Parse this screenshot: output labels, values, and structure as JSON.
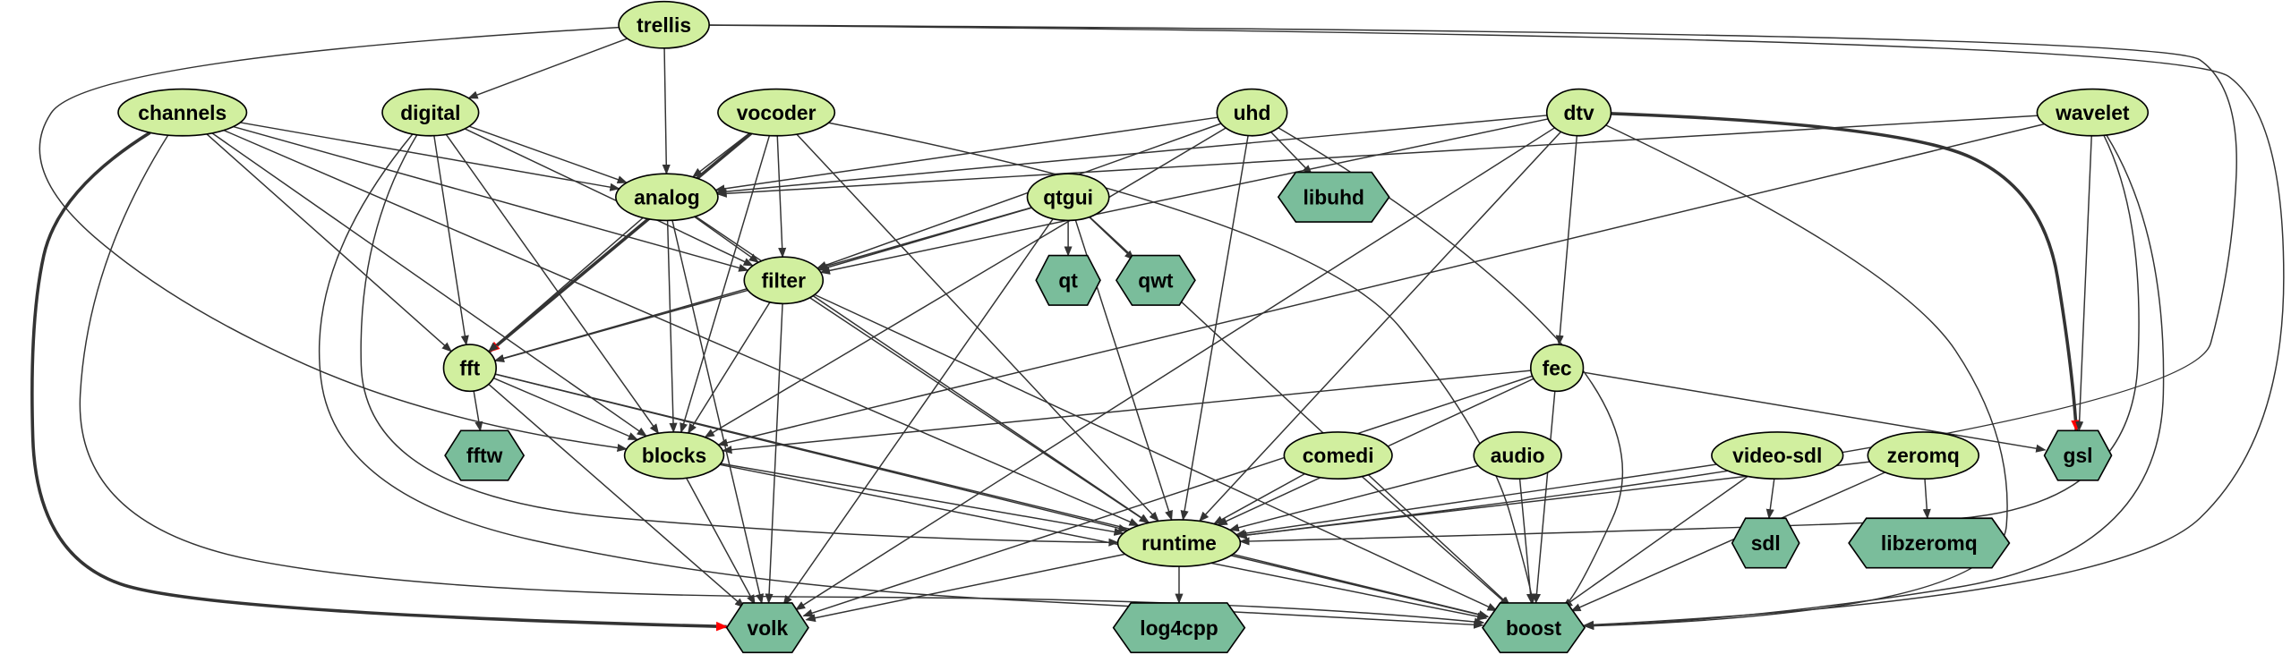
{
  "colors": {
    "module_fill": "#d1ef9f",
    "library_fill": "#7abd9b",
    "edge": "#333333",
    "highlight_edge": "#ff0000",
    "outline": "#000000"
  },
  "nodes": [
    {
      "id": "trellis",
      "label": "trellis",
      "shape": "ellipse"
    },
    {
      "id": "channels",
      "label": "channels",
      "shape": "ellipse"
    },
    {
      "id": "digital",
      "label": "digital",
      "shape": "ellipse"
    },
    {
      "id": "vocoder",
      "label": "vocoder",
      "shape": "ellipse"
    },
    {
      "id": "uhd",
      "label": "uhd",
      "shape": "ellipse"
    },
    {
      "id": "dtv",
      "label": "dtv",
      "shape": "ellipse"
    },
    {
      "id": "wavelet",
      "label": "wavelet",
      "shape": "ellipse"
    },
    {
      "id": "analog",
      "label": "analog",
      "shape": "ellipse"
    },
    {
      "id": "qtgui",
      "label": "qtgui",
      "shape": "ellipse"
    },
    {
      "id": "filter",
      "label": "filter",
      "shape": "ellipse"
    },
    {
      "id": "fft",
      "label": "fft",
      "shape": "ellipse"
    },
    {
      "id": "fec",
      "label": "fec",
      "shape": "ellipse"
    },
    {
      "id": "blocks",
      "label": "blocks",
      "shape": "ellipse"
    },
    {
      "id": "comedi",
      "label": "comedi",
      "shape": "ellipse"
    },
    {
      "id": "audio",
      "label": "audio",
      "shape": "ellipse"
    },
    {
      "id": "video-sdl",
      "label": "video-sdl",
      "shape": "ellipse"
    },
    {
      "id": "zeromq",
      "label": "zeromq",
      "shape": "ellipse"
    },
    {
      "id": "runtime",
      "label": "runtime",
      "shape": "ellipse"
    },
    {
      "id": "libuhd",
      "label": "libuhd",
      "shape": "hexagon"
    },
    {
      "id": "qt",
      "label": "qt",
      "shape": "hexagon"
    },
    {
      "id": "qwt",
      "label": "qwt",
      "shape": "hexagon"
    },
    {
      "id": "fftw",
      "label": "fftw",
      "shape": "hexagon"
    },
    {
      "id": "gsl",
      "label": "gsl",
      "shape": "hexagon"
    },
    {
      "id": "sdl",
      "label": "sdl",
      "shape": "hexagon"
    },
    {
      "id": "libzeromq",
      "label": "libzeromq",
      "shape": "hexagon"
    },
    {
      "id": "volk",
      "label": "volk",
      "shape": "hexagon"
    },
    {
      "id": "log4cpp",
      "label": "log4cpp",
      "shape": "hexagon"
    },
    {
      "id": "boost",
      "label": "boost",
      "shape": "hexagon"
    }
  ],
  "edges": [
    [
      "trellis",
      "digital",
      false
    ],
    [
      "trellis",
      "analog",
      false
    ],
    [
      "trellis",
      "blocks",
      false
    ],
    [
      "trellis",
      "runtime",
      false
    ],
    [
      "trellis",
      "boost",
      false
    ],
    [
      "channels",
      "analog",
      false
    ],
    [
      "channels",
      "filter",
      false
    ],
    [
      "channels",
      "fft",
      false
    ],
    [
      "channels",
      "blocks",
      false
    ],
    [
      "channels",
      "runtime",
      false
    ],
    [
      "channels",
      "boost",
      false
    ],
    [
      "channels",
      "volk",
      true
    ],
    [
      "digital",
      "analog",
      false
    ],
    [
      "digital",
      "filter",
      false
    ],
    [
      "digital",
      "fft",
      false
    ],
    [
      "digital",
      "blocks",
      false
    ],
    [
      "digital",
      "runtime",
      false
    ],
    [
      "digital",
      "boost",
      false
    ],
    [
      "vocoder",
      "fft",
      true
    ],
    [
      "vocoder",
      "analog",
      false
    ],
    [
      "vocoder",
      "blocks",
      false
    ],
    [
      "vocoder",
      "filter",
      false
    ],
    [
      "vocoder",
      "runtime",
      false
    ],
    [
      "vocoder",
      "boost",
      false
    ],
    [
      "uhd",
      "analog",
      false
    ],
    [
      "uhd",
      "filter",
      false
    ],
    [
      "uhd",
      "blocks",
      false
    ],
    [
      "uhd",
      "runtime",
      false
    ],
    [
      "uhd",
      "libuhd",
      false
    ],
    [
      "uhd",
      "boost",
      false
    ],
    [
      "dtv",
      "analog",
      false
    ],
    [
      "dtv",
      "filter",
      false
    ],
    [
      "dtv",
      "volk",
      false
    ],
    [
      "dtv",
      "runtime",
      false
    ],
    [
      "dtv",
      "fec",
      false
    ],
    [
      "dtv",
      "boost",
      false
    ],
    [
      "dtv",
      "gsl",
      true
    ],
    [
      "wavelet",
      "analog",
      false
    ],
    [
      "wavelet",
      "blocks",
      false
    ],
    [
      "wavelet",
      "gsl",
      false
    ],
    [
      "wavelet",
      "runtime",
      false
    ],
    [
      "wavelet",
      "boost",
      false
    ],
    [
      "analog",
      "fft",
      false
    ],
    [
      "analog",
      "filter",
      false
    ],
    [
      "analog",
      "blocks",
      false
    ],
    [
      "analog",
      "runtime",
      false
    ],
    [
      "analog",
      "volk",
      false
    ],
    [
      "qtgui",
      "qt",
      false
    ],
    [
      "qtgui",
      "qwt",
      false
    ],
    [
      "qtgui",
      "filter",
      false
    ],
    [
      "qtgui",
      "fft",
      false
    ],
    [
      "qtgui",
      "volk",
      false
    ],
    [
      "qtgui",
      "runtime",
      false
    ],
    [
      "qtgui",
      "boost",
      false
    ],
    [
      "filter",
      "fft",
      false
    ],
    [
      "filter",
      "blocks",
      false
    ],
    [
      "filter",
      "volk",
      false
    ],
    [
      "filter",
      "runtime",
      false
    ],
    [
      "filter",
      "boost",
      false
    ],
    [
      "fft",
      "fftw",
      false
    ],
    [
      "fft",
      "blocks",
      false
    ],
    [
      "fft",
      "runtime",
      false
    ],
    [
      "fft",
      "volk",
      false
    ],
    [
      "fft",
      "boost",
      false
    ],
    [
      "fec",
      "blocks",
      false
    ],
    [
      "fec",
      "runtime",
      false
    ],
    [
      "fec",
      "volk",
      false
    ],
    [
      "fec",
      "boost",
      false
    ],
    [
      "fec",
      "gsl",
      false
    ],
    [
      "blocks",
      "runtime",
      false
    ],
    [
      "blocks",
      "volk",
      false
    ],
    [
      "blocks",
      "boost",
      false
    ],
    [
      "comedi",
      "runtime",
      false
    ],
    [
      "comedi",
      "boost",
      false
    ],
    [
      "audio",
      "runtime",
      false
    ],
    [
      "audio",
      "boost",
      false
    ],
    [
      "video-sdl",
      "runtime",
      false
    ],
    [
      "video-sdl",
      "sdl",
      false
    ],
    [
      "video-sdl",
      "boost",
      false
    ],
    [
      "zeromq",
      "runtime",
      false
    ],
    [
      "zeromq",
      "libzeromq",
      false
    ],
    [
      "zeromq",
      "boost",
      false
    ],
    [
      "runtime",
      "volk",
      false
    ],
    [
      "runtime",
      "log4cpp",
      false
    ],
    [
      "runtime",
      "boost",
      false
    ]
  ]
}
